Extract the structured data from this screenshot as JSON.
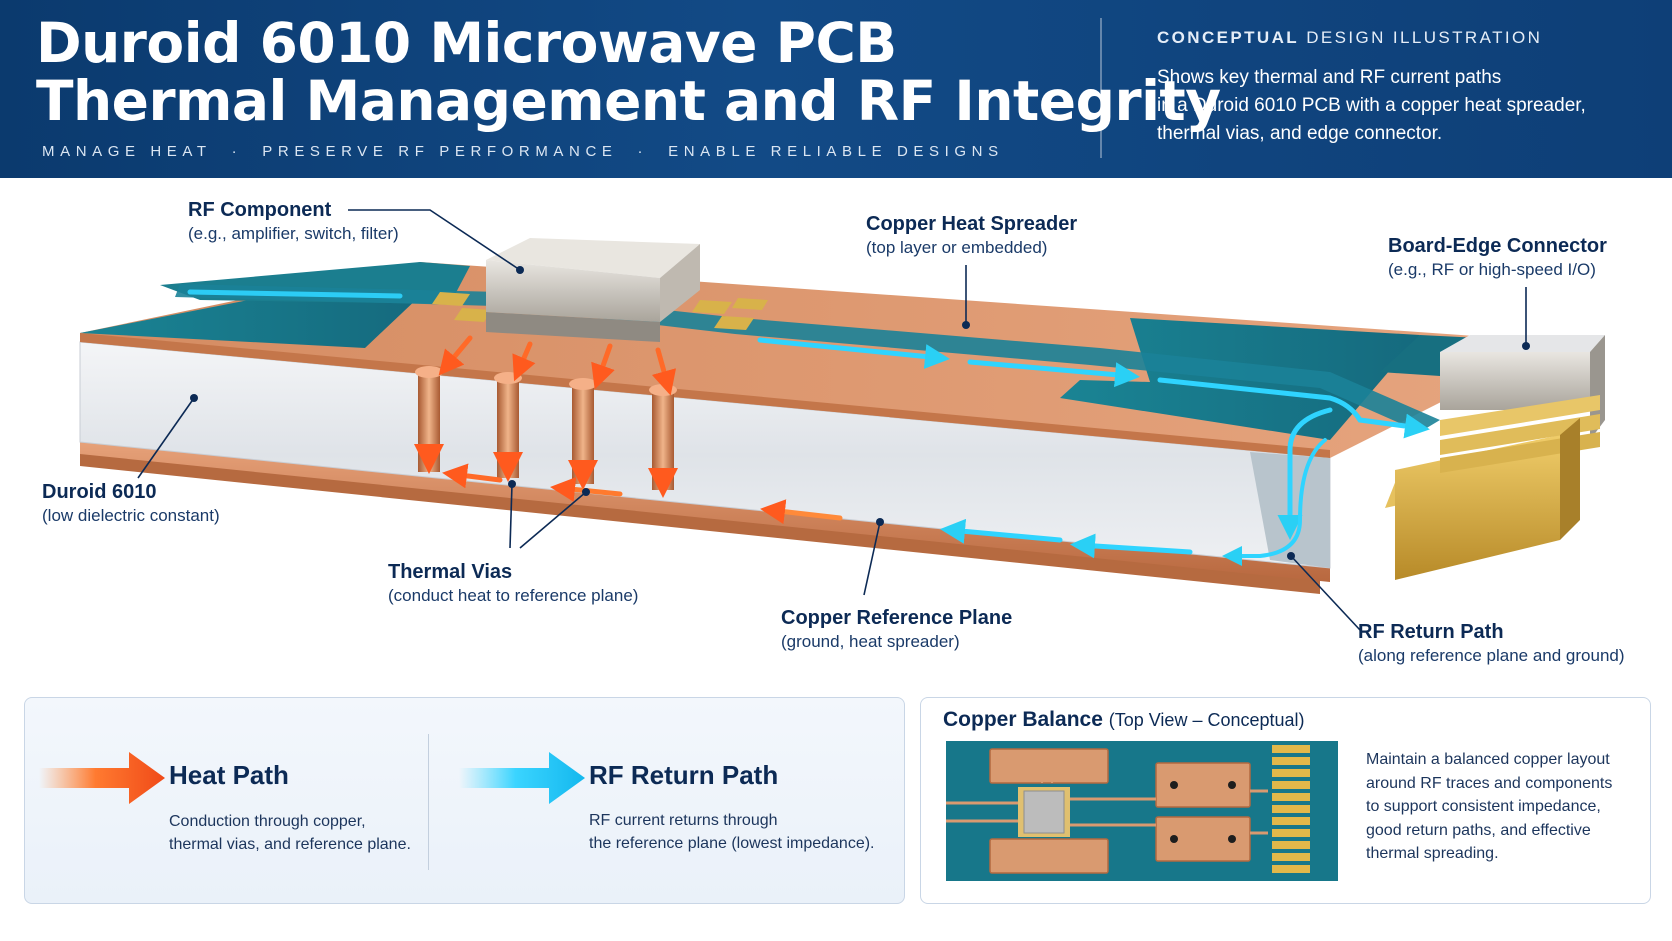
{
  "header": {
    "title_line1": "Duroid 6010 Microwave PCB",
    "title_line2": "Thermal Management and RF Integrity",
    "tagline": [
      "MANAGE HEAT",
      "PRESERVE RF PERFORMANCE",
      "ENABLE RELIABLE DESIGNS"
    ],
    "concept_bold": "CONCEPTUAL",
    "concept_rest": "DESIGN ILLUSTRATION",
    "concept_desc": [
      "Shows key thermal and RF current paths",
      "in a Duroid 6010 PCB with a copper heat spreader,",
      "thermal vias, and edge connector."
    ]
  },
  "labels": {
    "rf_component": {
      "title": "RF Component",
      "sub": "(e.g., amplifier, switch, filter)"
    },
    "heat_spreader": {
      "title": "Copper Heat Spreader",
      "sub": "(top layer or embedded)"
    },
    "edge_connector": {
      "title": "Board-Edge Connector",
      "sub": "(e.g., RF or high-speed I/O)"
    },
    "duroid": {
      "title": "Duroid 6010",
      "sub": "(low dielectric constant)"
    },
    "thermal_vias": {
      "title": "Thermal Vias",
      "sub": "(conduct heat to reference plane)"
    },
    "ref_plane": {
      "title": "Copper Reference Plane",
      "sub": "(ground, heat spreader)"
    },
    "rf_return": {
      "title": "RF Return Path",
      "sub": "(along reference plane and ground)"
    }
  },
  "legend": {
    "heat": {
      "title": "Heat Path",
      "desc": [
        "Conduction through copper,",
        "thermal vias, and reference plane."
      ]
    },
    "rf": {
      "title": "RF Return Path",
      "desc": [
        "RF current returns through",
        "the reference plane (lowest impedance)."
      ]
    }
  },
  "balance": {
    "title": "Copper Balance",
    "subtitle": "(Top View – Conceptual)",
    "desc": [
      "Maintain a balanced copper layout",
      "around RF traces and components",
      "to support consistent impedance,",
      "good return paths, and effective",
      "thermal spreading."
    ]
  },
  "colors": {
    "header_bg": "#0e3f77",
    "copper": "#d4875a",
    "substrate": "#e4e8ee",
    "solder_mask": "#1c7a8c",
    "heat_arrow": "#f05a1e",
    "rf_arrow": "#1ec8f0",
    "gold": "#d6aa3c"
  },
  "icons": [
    "heat-path-arrow-icon",
    "rf-path-arrow-icon",
    "marker-dot-icon"
  ]
}
